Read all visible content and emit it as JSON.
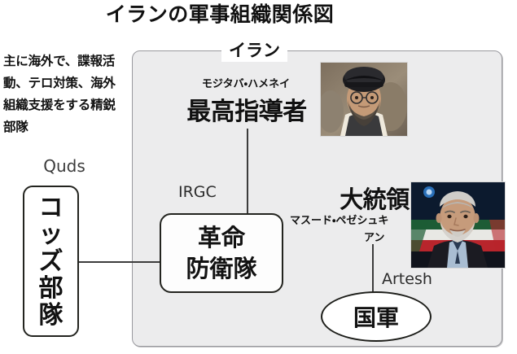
{
  "title": "イランの軍事組織関係図",
  "container": {
    "label": "イラン"
  },
  "annotation": {
    "note": "主に海外で、諜報活動、テロ対策、海外組織支援をする精鋭部隊",
    "latin_label": "Quds"
  },
  "nodes": {
    "quds": {
      "label": "コッズ部隊",
      "chars": [
        "コ",
        "ッ",
        "ズ",
        "部",
        "隊"
      ]
    },
    "irgc": {
      "latin_label": "IRGC",
      "line1": "革命",
      "line2": "防衛隊"
    },
    "supreme_leader": {
      "person_name": "モジタバ・ハメネイ",
      "title": "最高指導者"
    },
    "president": {
      "title": "大統領",
      "person_name_line1": "マスード・ペゼシュキ",
      "person_name_line2": "アン"
    },
    "army": {
      "latin_label": "Artesh",
      "label": "国軍"
    }
  },
  "photos": {
    "supreme_leader_portrait": "portrait-photo-khamenei",
    "president_portrait": "portrait-photo-pezeshkian"
  },
  "colors": {
    "panel_fill": "#ececed",
    "panel_border": "#9a9a9f",
    "node_border": "#23241f",
    "node_fill": "#ffffff",
    "text": "#111111",
    "connector": "#3c3c3c"
  }
}
